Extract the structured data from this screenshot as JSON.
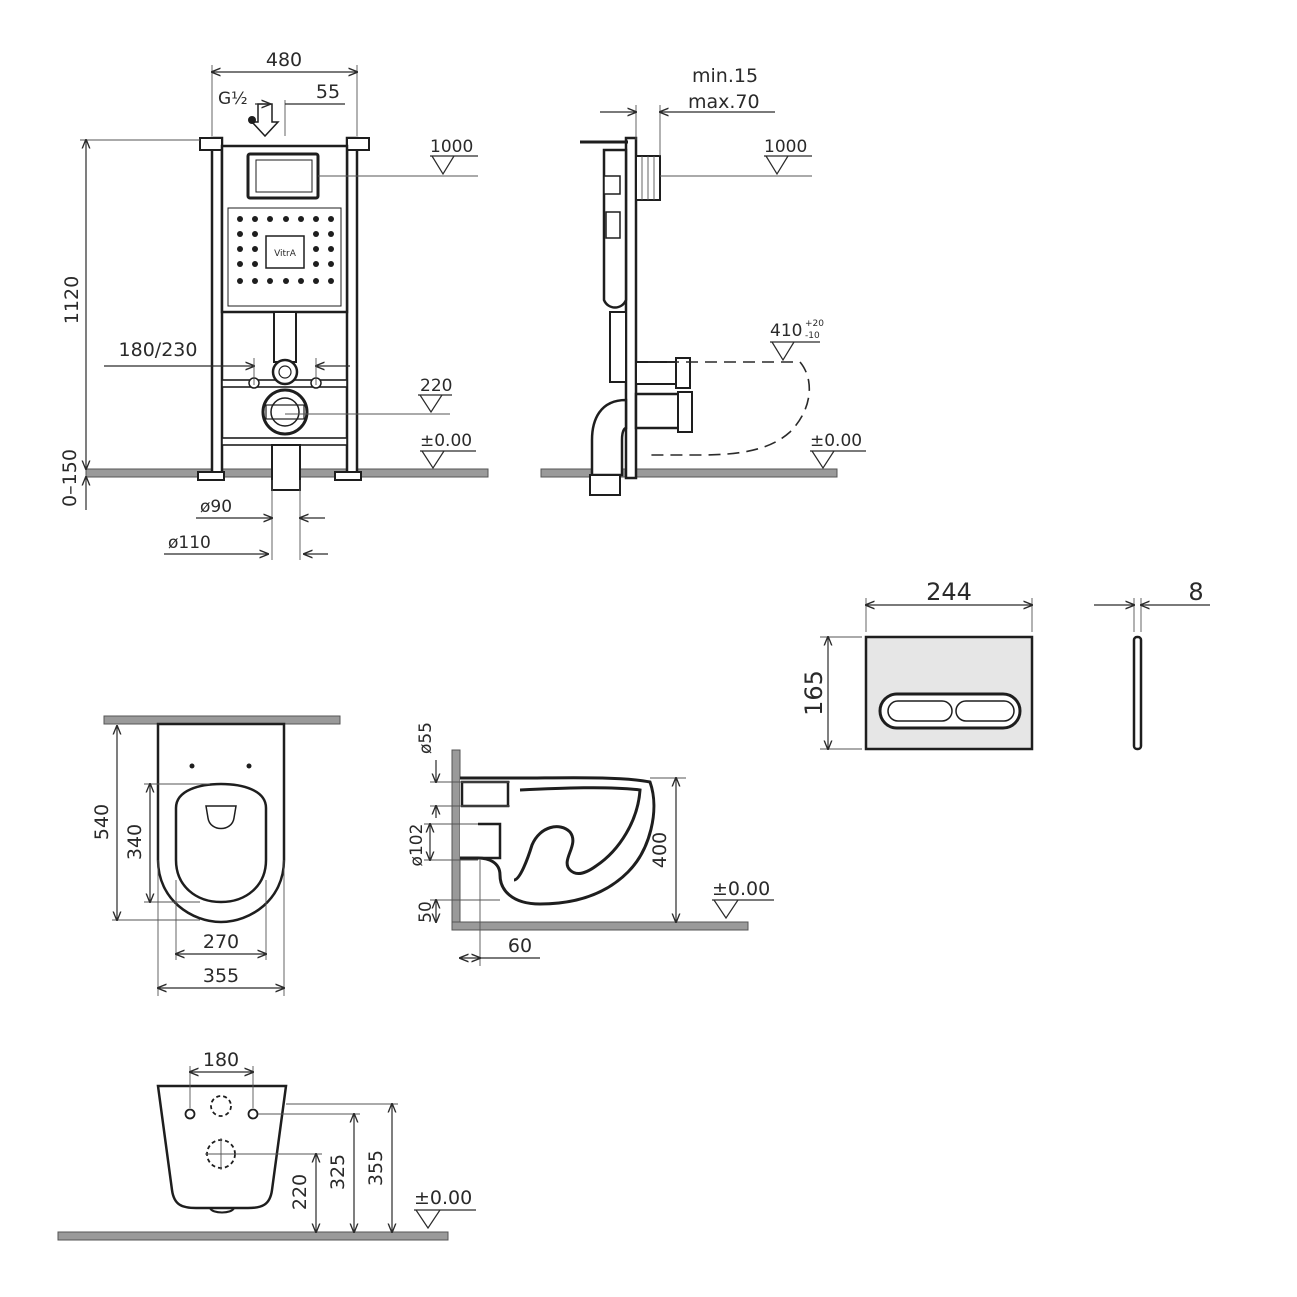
{
  "frame_front": {
    "width": "480",
    "inlet": "G½",
    "offset": "55",
    "height": "1120",
    "adjust": "0–150",
    "bolt_spacing": "180/230",
    "level_1000": "1000",
    "level_220": "220",
    "level_zero": "±0.00",
    "pipe_small": "ø90",
    "pipe_large": "ø110",
    "brand": "VitrA"
  },
  "frame_side": {
    "min": "min.15",
    "max": "max.70",
    "level_1000": "1000",
    "level_410": "410",
    "level_410_tol_top": "+20",
    "level_410_tol_bottom": "-10",
    "level_zero": "±0.00"
  },
  "flush_plate": {
    "width": "244",
    "height": "165",
    "thickness": "8"
  },
  "bowl_top": {
    "length": "540",
    "seat_length": "340",
    "seat_width": "270",
    "width": "355"
  },
  "bowl_side": {
    "inlet": "ø55",
    "outlet": "ø102",
    "height": "400",
    "bottom": "50",
    "offset": "60",
    "level_zero": "±0.00"
  },
  "bowl_back": {
    "spacing": "180",
    "h1": "220",
    "h2": "325",
    "h3": "355",
    "level_zero": "±0.00"
  }
}
